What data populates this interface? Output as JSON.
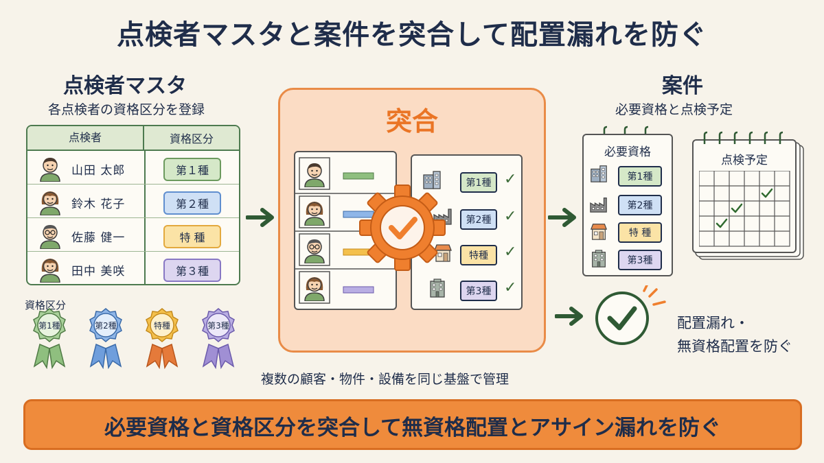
{
  "title": "点検者マスタと案件を突合して配置漏れを防ぐ",
  "left": {
    "title": "点検者マスタ",
    "subtitle": "各点検者の資格区分を登録",
    "table": {
      "headers": [
        "点検者",
        "資格区分"
      ],
      "rows": [
        {
          "name": "山田 太郎",
          "class": "第１種"
        },
        {
          "name": "鈴木 花子",
          "class": "第２種"
        },
        {
          "name": "佐藤 健一",
          "class": "特 種"
        },
        {
          "name": "田中 美咲",
          "class": "第３種"
        }
      ]
    },
    "classes_label": "資格区分",
    "medals": [
      "第1種",
      "第2種",
      "特種",
      "第3種"
    ]
  },
  "center": {
    "title": "突合",
    "matches": [
      "第1種",
      "第2種",
      "特種",
      "第3種"
    ],
    "footnote": "複数の顧客・物件・設備を同じ基盤で管理"
  },
  "right": {
    "title": "案件",
    "subtitle": "必要資格と点検予定",
    "req_title": "必要資格",
    "req_items": [
      "第1種",
      "第2種",
      "特 種",
      "第3種"
    ],
    "schedule_title": "点検予定",
    "result_line1": "配置漏れ・",
    "result_line2": "無資格配置を防ぐ"
  },
  "bottom": "必要資格と資格区分を突合して無資格配置とアサイン漏れを防ぐ",
  "colors": {
    "green": "#6c9a5e",
    "blue": "#5f8ecf",
    "yellow": "#e3a93e",
    "purple": "#8878c4",
    "orange": "#ea7525",
    "navy": "#1f2d4a"
  }
}
